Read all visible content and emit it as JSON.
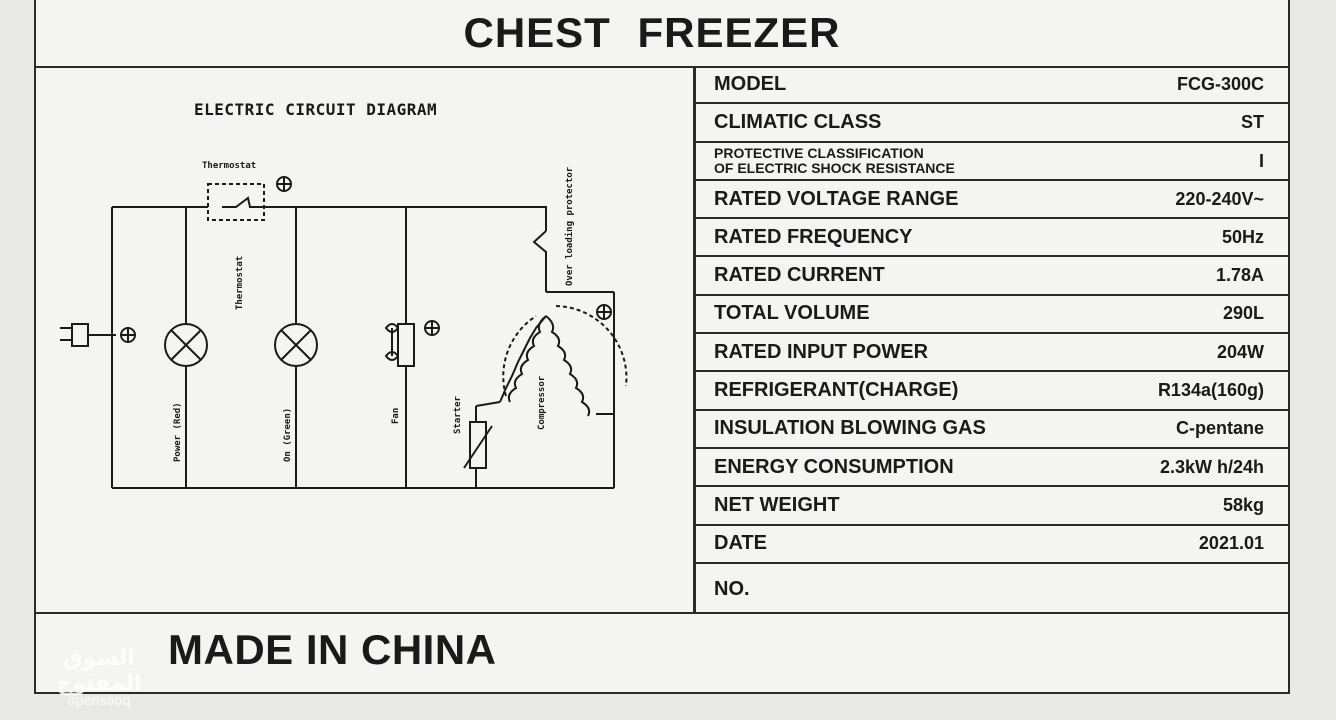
{
  "header": {
    "title": "CHEST FREEZER"
  },
  "diagram": {
    "title": "ELECTRIC CIRCUIT DIAGRAM",
    "labels": {
      "thermostat_top": "Thermostat",
      "thermostat_side": "Thermostat",
      "power": "Power (Red)",
      "on": "On (Green)",
      "fan": "Fan",
      "starter": "Starter",
      "compressor": "Compressor",
      "protector": "Over loading protector"
    }
  },
  "specs": [
    {
      "label": "MODEL",
      "value": "FCG-300C"
    },
    {
      "label": "CLIMATIC CLASS",
      "value": "ST"
    },
    {
      "label_line1": "PROTECTIVE CLASSIFICATION",
      "label_line2": "OF ELECTRIC SHOCK RESISTANCE",
      "value": "I"
    },
    {
      "label": "RATED VOLTAGE RANGE",
      "value": "220-240V~"
    },
    {
      "label": "RATED FREQUENCY",
      "value": "50Hz"
    },
    {
      "label": "RATED CURRENT",
      "value": "1.78A"
    },
    {
      "label": "TOTAL VOLUME",
      "value": "290L"
    },
    {
      "label": "RATED INPUT POWER",
      "value": "204W"
    },
    {
      "label": "REFRIGERANT(CHARGE)",
      "value": "R134a(160g)"
    },
    {
      "label": "INSULATION BLOWING GAS",
      "value": "C-pentane"
    },
    {
      "label": "ENERGY CONSUMPTION",
      "value": "2.3kW h/24h"
    },
    {
      "label": "NET WEIGHT",
      "value": "58kg"
    },
    {
      "label": "DATE",
      "value": "2021.01"
    },
    {
      "label": "NO.",
      "value": ""
    }
  ],
  "footer": {
    "origin": "MADE IN CHINA"
  },
  "watermark": {
    "arabic": "السوق المفتوح",
    "latin": "opensooq"
  }
}
